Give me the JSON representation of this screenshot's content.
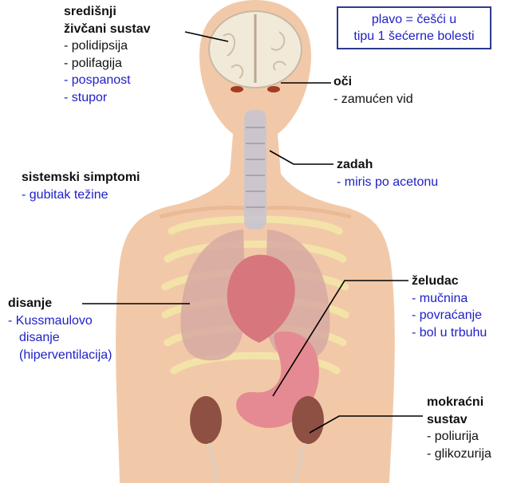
{
  "legend": {
    "line1": "plavo = češći u",
    "line2": "tipu 1 šećerne bolesti"
  },
  "groups": {
    "cns": {
      "heading_line1": "središnji",
      "heading_line2": "živčani sustav",
      "items": [
        "- polidipsija",
        "- polifagija",
        "- pospanost",
        "- stupor"
      ],
      "item_colors": [
        "#111111",
        "#111111",
        "#2020c8",
        "#2020c8"
      ]
    },
    "eyes": {
      "heading": "oči",
      "items": [
        "- zamućen vid"
      ]
    },
    "breath": {
      "heading": "zadah",
      "items": [
        "- miris po acetonu"
      ]
    },
    "systemic": {
      "heading": "sistemski simptomi",
      "items": [
        "- gubitak težine"
      ]
    },
    "breathing": {
      "heading": "disanje",
      "items": [
        "- Kussmaulovo",
        "disanje",
        "(hiperventilacija)"
      ]
    },
    "stomach": {
      "heading": "želudac",
      "items": [
        "- mučnina",
        "- povraćanje",
        "- bol u trbuhu"
      ]
    },
    "urinary": {
      "heading_line1": "mokraćni",
      "heading_line2": "sustav",
      "items": [
        "- poliurija",
        "- glikozurija"
      ]
    }
  },
  "colors": {
    "skin": "#f2c9a8",
    "skin_shadow": "#e7b48f",
    "brain": "#f2ead8",
    "lung": "#d7a9a2",
    "heart": "#d8767d",
    "stomach": "#e58a92",
    "kidney": "#8e5043",
    "rib": "#f4e6a9",
    "trachea": "#c9c4cf",
    "text_blue": "#2020c8",
    "legend_border": "#2e3a8c"
  }
}
